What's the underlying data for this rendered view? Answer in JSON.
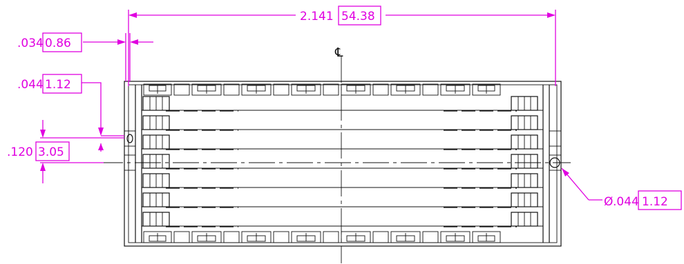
{
  "dimensions": {
    "overall_width": {
      "inch": "2.141",
      "mm": "54.38"
    },
    "slot_width": {
      "inch": ".034",
      "mm": "0.86"
    },
    "hole_offset": {
      "inch": ".044",
      "mm": "1.12"
    },
    "pitch": {
      "inch": ".120",
      "mm": "3.05"
    },
    "hole_diameter": {
      "prefix": "Ø",
      "inch": ".044",
      "mm": "1.12"
    }
  },
  "centerline_symbol": "℄",
  "colors": {
    "dimension": "#e000e0",
    "outline": "#111111",
    "background": "#ffffff"
  }
}
